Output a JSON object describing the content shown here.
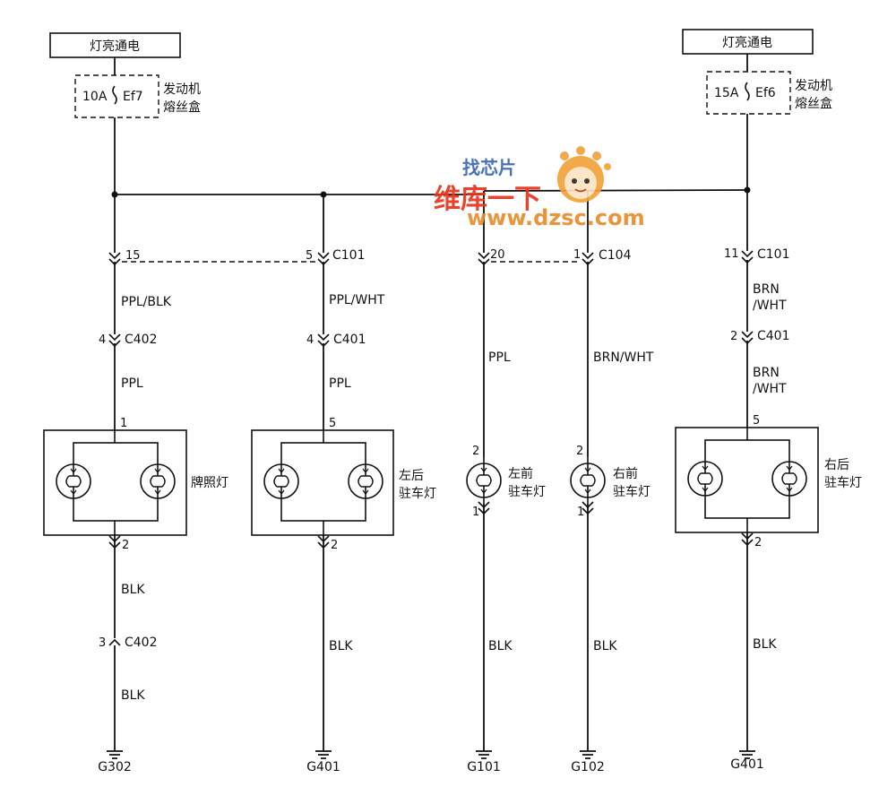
{
  "power": {
    "left_label": "灯亮通电",
    "right_label": "灯亮通电"
  },
  "fuses": {
    "left_amp": "10A",
    "left_id": "Ef7",
    "left_box_line1": "发动机",
    "left_box_line2": "熔丝盒",
    "right_amp": "15A",
    "right_id": "Ef6",
    "right_box_line1": "发动机",
    "right_box_line2": "熔丝盒"
  },
  "watermark": {
    "line1": "找芯片",
    "line2": "维库一下",
    "url": "www.dzsc.com"
  },
  "circuits": [
    {
      "top_pin": "15",
      "top_conn": "",
      "wire1": "PPL/BLK",
      "mid_pin": "4",
      "mid_conn": "C402",
      "wire2": "PPL",
      "lamp_pin_top": "1",
      "lamp_line1": "牌照灯",
      "lamp_line2": "",
      "lamp_pin_bottom": "2",
      "wire3": "BLK",
      "lower_pin": "3",
      "lower_conn": "C402",
      "wire4": "BLK",
      "ground": "G302"
    },
    {
      "top_pin": "5",
      "top_conn": "C101",
      "wire1": "PPL/WHT",
      "mid_pin": "4",
      "mid_conn": "C401",
      "wire2": "PPL",
      "lamp_pin_top": "5",
      "lamp_line1": "左后",
      "lamp_line2": "驻车灯",
      "lamp_pin_bottom": "2",
      "wire3": "BLK",
      "ground": "G401"
    },
    {
      "top_pin": "20",
      "top_conn": "",
      "wire1": "PPL",
      "lamp_pin_top": "2",
      "lamp_line1": "左前",
      "lamp_line2": "驻车灯",
      "lamp_pin_bottom": "1",
      "wire3": "BLK",
      "ground": "G101"
    },
    {
      "top_pin": "1",
      "top_conn": "C104",
      "wire1": "BRN/WHT",
      "lamp_pin_top": "2",
      "lamp_line1": "右前",
      "lamp_line2": "驻车灯",
      "lamp_pin_bottom": "1",
      "wire3": "BLK",
      "ground": "G102"
    },
    {
      "top_pin": "11",
      "top_conn": "C101",
      "wire1_line1": "BRN",
      "wire1_line2": "/WHT",
      "mid_pin": "2",
      "mid_conn": "C401",
      "wire2_line1": "BRN",
      "wire2_line2": "/WHT",
      "lamp_pin_top": "5",
      "lamp_line1": "右后",
      "lamp_line2": "驻车灯",
      "lamp_pin_bottom": "2",
      "wire3": "BLK",
      "ground": "G401"
    }
  ]
}
